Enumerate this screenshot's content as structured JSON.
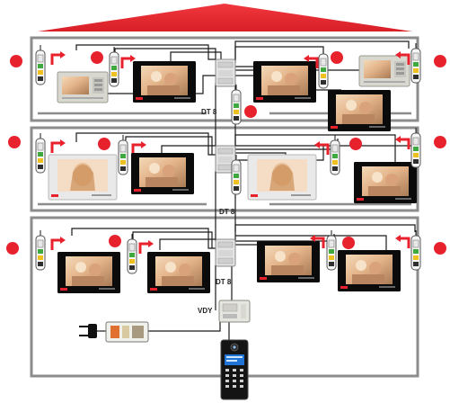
{
  "labels": {
    "dt8_top": "DT 8",
    "dt8_middle": "DT 8",
    "dt8_bottom": "DT 8",
    "power_unit": "VDY"
  },
  "colors": {
    "roof": "#e8222d",
    "floor_frame": "#8c8c8c",
    "wire": "#1a1a1a",
    "indicator_dot": "#e8222d",
    "arrow": "#e8222d",
    "monitor_black": "#0b0b0b",
    "monitor_white": "#e9e9e9"
  },
  "icons": {
    "monitor": "video-monitor-icon",
    "button": "call-button-icon",
    "distributor": "distributor-icon",
    "power_supply": "power-supply-icon",
    "plug": "power-plug-icon",
    "outdoor_panel": "outdoor-door-panel-icon"
  }
}
